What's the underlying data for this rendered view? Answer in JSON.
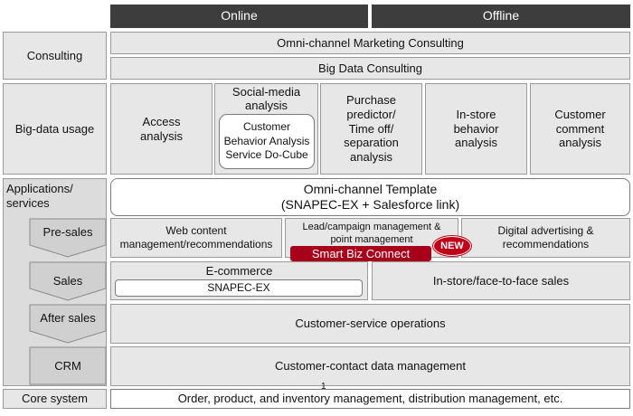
{
  "columns": {
    "online": "Online",
    "offline": "Offline"
  },
  "rows": {
    "consulting": "Consulting",
    "bigdata": "Big-data usage",
    "apps": "Applications/\nservices",
    "presales": "Pre-sales",
    "sales": "Sales",
    "aftersales": "After sales",
    "crm": "CRM",
    "core": "Core system"
  },
  "consulting": {
    "omni": "Omni-channel Marketing Consulting",
    "bigdata": "Big Data Consulting"
  },
  "bigdata": {
    "access": "Access\nanalysis",
    "social_title": "Social-media\nanalysis",
    "social_service": "Customer\nBehavior Analysis\nService Do-Cube",
    "purchase": "Purchase\npredictor/\nTime off/\nseparation\nanalysis",
    "instore": "In-store\nbehavior\nanalysis",
    "comment": "Customer\ncomment\nanalysis"
  },
  "apps": {
    "template": "Omni-channel Template\n(SNAPEC-EX + Salesforce link)",
    "web": "Web content\nmanagement/recommendations",
    "lead": "Lead/campaign management &\npoint management",
    "smartbiz": "Smart Biz Connect",
    "new_badge": "NEW",
    "digital": "Digital advertising &\nrecommendations",
    "ecommerce": "E-commerce",
    "snapec": "SNAPEC-EX",
    "instore_sales": "In-store/face-to-face sales",
    "customer_service": "Customer-service operations",
    "crm": "Customer-contact data management"
  },
  "core": "Order, product, and inventory management, distribution management, etc.",
  "page_number": "1"
}
